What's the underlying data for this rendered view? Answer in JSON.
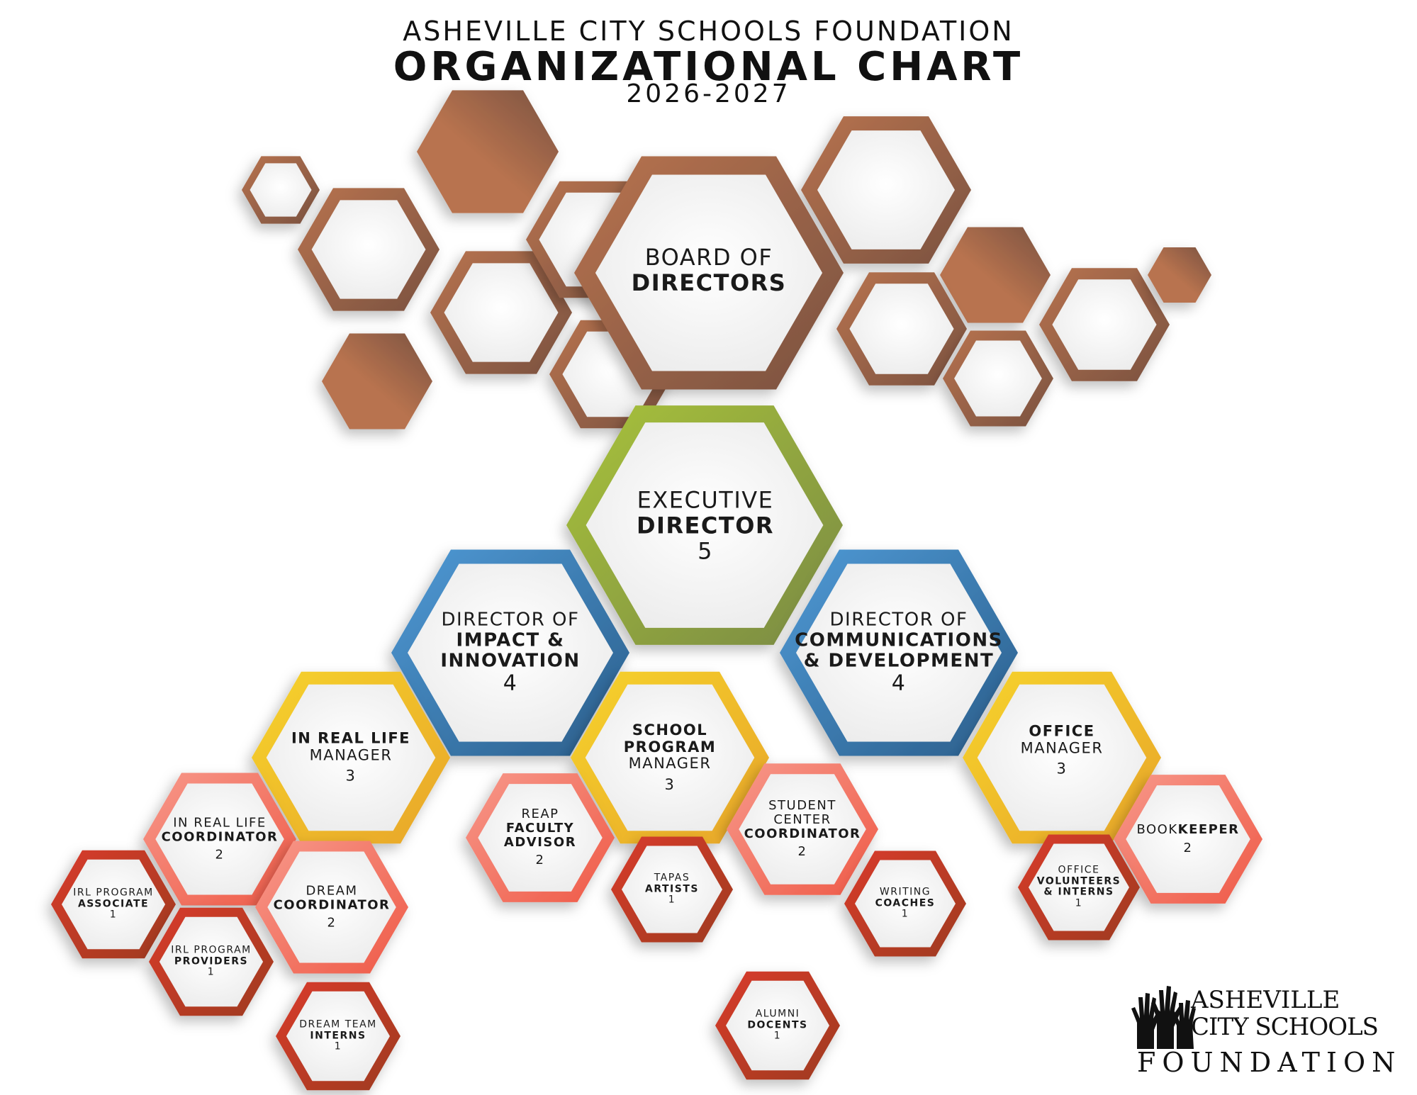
{
  "header": {
    "org": "ASHEVILLE CITY SCHOOLS FOUNDATION",
    "title": "ORGANIZATIONAL CHART",
    "year": "2026-2027"
  },
  "colors": {
    "copper": "#b8734f",
    "copper_dark": "#7a5240",
    "green": "#a8c23a",
    "green_dark": "#7a8a45",
    "blue": "#4f9ad6",
    "blue_dark": "#2a5d8a",
    "yellow": "#f6d32d",
    "yellow_dark": "#e8a52a",
    "salmon": "#f7988a",
    "salmon_dark": "#ef5a47",
    "red": "#d93a2b",
    "red_dark": "#9e3a20"
  },
  "positions": {
    "board": {
      "l1": "BOARD OF",
      "l2": "DIRECTORS"
    },
    "executive": {
      "l1": "EXECUTIVE",
      "l2": "DIRECTOR",
      "count": "5"
    },
    "impact": {
      "l1": "DIRECTOR OF",
      "l2": "IMPACT &",
      "l3": "INNOVATION",
      "count": "4"
    },
    "comms": {
      "l1": "DIRECTOR OF",
      "l2": "COMMUNICATIONS",
      "l3": "& DEVELOPMENT",
      "count": "4"
    },
    "irl_manager": {
      "l1": "IN REAL LIFE",
      "l2": "MANAGER",
      "count": "3"
    },
    "school_program": {
      "l1": "SCHOOL",
      "l2": "PROGRAM",
      "l3": "MANAGER",
      "count": "3"
    },
    "office_manager": {
      "l1": "OFFICE",
      "l2": "MANAGER",
      "count": "3"
    },
    "irl_coordinator": {
      "l1": "IN REAL LIFE",
      "l2": "COORDINATOR",
      "count": "2"
    },
    "dream_coordinator": {
      "l1": "DREAM",
      "l2": "COORDINATOR",
      "count": "2"
    },
    "reap_advisor": {
      "l1": "REAP",
      "l2": "FACULTY",
      "l3": "ADVISOR",
      "count": "2"
    },
    "student_center": {
      "l1": "STUDENT",
      "l2": "CENTER",
      "l3": "COORDINATOR",
      "count": "2"
    },
    "bookkeeper": {
      "l1": "BOOK",
      "l2": "KEEPER",
      "count": "2"
    },
    "irl_associate": {
      "l1": "IRL PROGRAM",
      "l2": "ASSOCIATE",
      "count": "1"
    },
    "irl_providers": {
      "l1": "IRL PROGRAM",
      "l2": "PROVIDERS",
      "count": "1"
    },
    "dream_interns": {
      "l1": "DREAM TEAM",
      "l2": "INTERNS",
      "count": "1"
    },
    "tapas": {
      "l1": "TAPAS",
      "l2": "ARTISTS",
      "count": "1"
    },
    "writing": {
      "l1": "WRITING",
      "l2": "COACHES",
      "count": "1"
    },
    "alumni": {
      "l1": "ALUMNI",
      "l2": "DOCENTS",
      "count": "1"
    },
    "office_volunteers": {
      "l1": "OFFICE",
      "l2": "VOLUNTEERS",
      "l3": "& INTERNS",
      "count": "1"
    }
  },
  "logo": {
    "line1": "ASHEVILLE",
    "line2": "CITY SCHOOLS",
    "line3": "FOUNDATION"
  }
}
